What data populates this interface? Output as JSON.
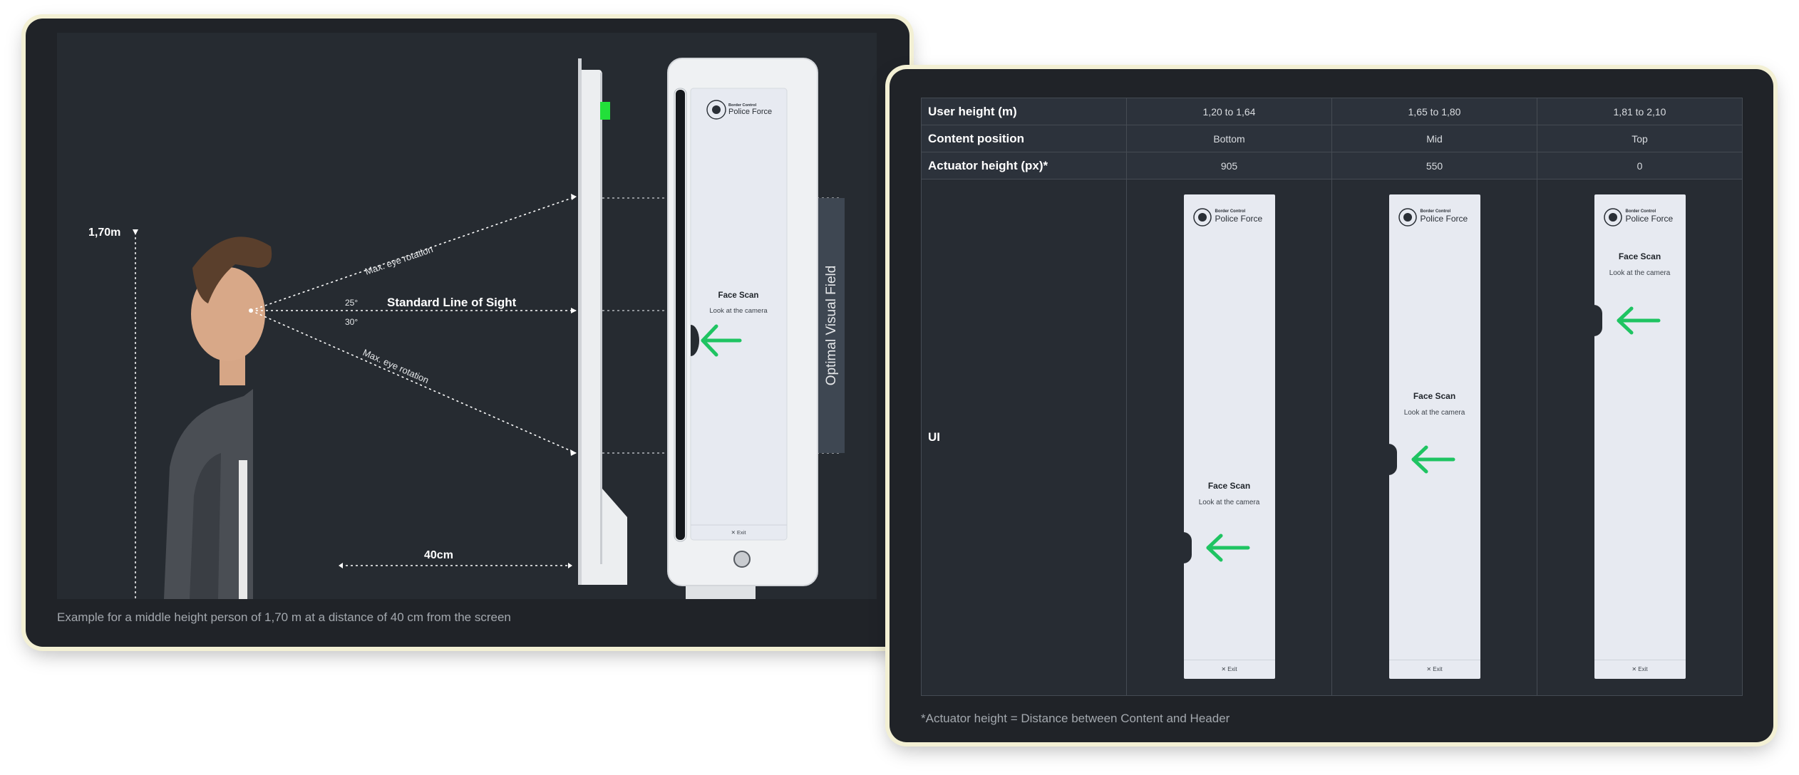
{
  "left_card": {
    "height_label": "1,70m",
    "upper_rotation_label": "Max. eye rotation",
    "lower_rotation_label": "Max. eye rotation",
    "angle_up_label": "25°",
    "angle_down_label": "30°",
    "line_of_sight_label": "Standard Line of Sight",
    "distance_label": "40cm",
    "visual_field_label": "Optimal Visual Field",
    "screen": {
      "brand_small": "Border Control",
      "brand_big": "Police Force",
      "title": "Face Scan",
      "subtitle": "Look at the camera",
      "exit": "✕ Exit"
    },
    "caption": "Example for a middle height person of 1,70 m at a distance of 40 cm from the screen"
  },
  "right_card": {
    "rows": {
      "user_height": {
        "label": "User height (m)",
        "values": [
          "1,20 to 1,64",
          "1,65 to 1,80",
          "1,81 to 2,10"
        ]
      },
      "content_position": {
        "label": "Content position",
        "values": [
          "Bottom",
          "Mid",
          "Top"
        ]
      },
      "actuator_height": {
        "label": "Actuator height (px)*",
        "values": [
          "905",
          "550",
          "0"
        ]
      },
      "ui": {
        "label": "UI"
      }
    },
    "kiosk": {
      "brand_small": "Border Control",
      "brand_big": "Police Force",
      "title": "Face Scan",
      "subtitle": "Look at the camera",
      "exit": "✕ Exit"
    },
    "footnote": "*Actuator height = Distance between Content and Header"
  },
  "colors": {
    "card_bg": "#202328",
    "card_border": "#f3f0d4",
    "accent_green": "#1fc462",
    "led_green": "#22e03a"
  }
}
